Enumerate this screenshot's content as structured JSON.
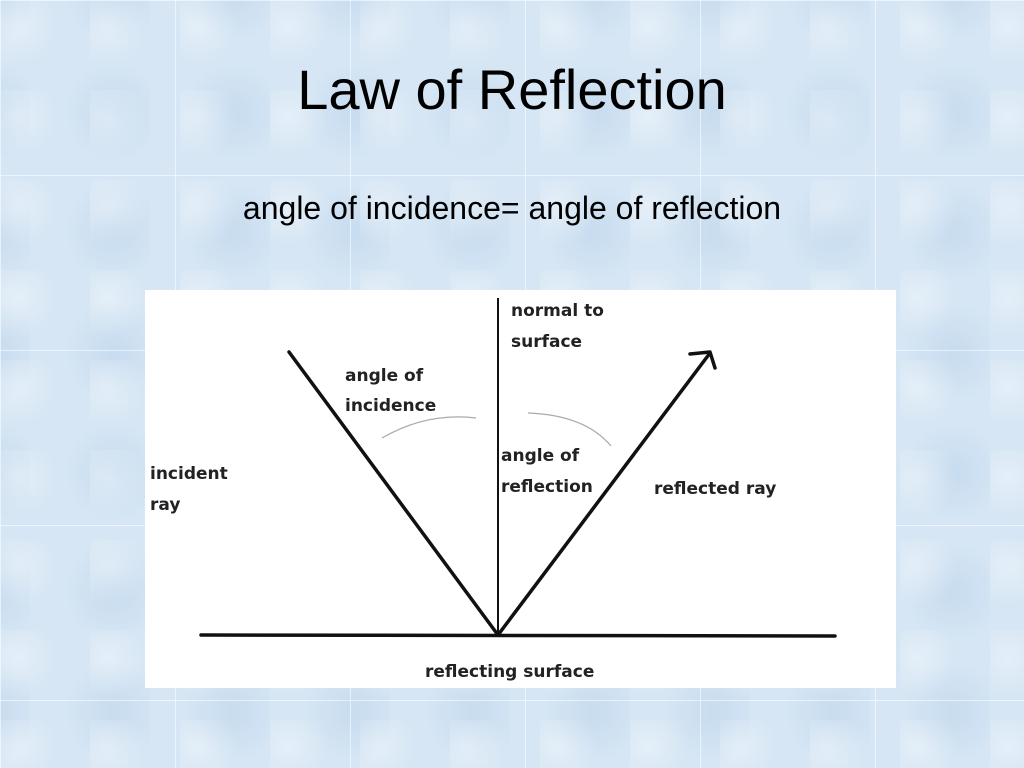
{
  "slide": {
    "title": "Law of Reflection",
    "subtitle": "angle of incidence= angle of reflection"
  },
  "diagram": {
    "normal_label": [
      "normal to",
      "surface"
    ],
    "angle_incidence_label": [
      "angle of",
      "incidence"
    ],
    "angle_reflection_label": [
      "angle of",
      "reflection"
    ],
    "incident_ray_label": [
      "incident",
      "ray"
    ],
    "reflected_ray_label": "reflected ray",
    "surface_label": "reflecting surface"
  }
}
